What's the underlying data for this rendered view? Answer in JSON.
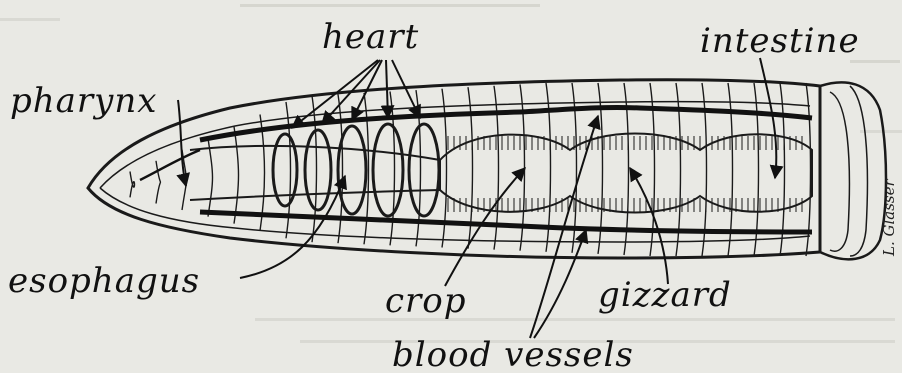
{
  "diagram": {
    "labels": {
      "heart": "heart",
      "intestine": "intestine",
      "pharynx": "pharynx",
      "esophagus": "esophagus",
      "crop": "crop",
      "gizzard": "gizzard",
      "blood_vessels": "blood vessels"
    },
    "signature": "L. Glasser",
    "colors": {
      "ink": "#1a1a1a",
      "paper": "#e9e9e4",
      "faded_text": "#c9c9c2"
    }
  }
}
